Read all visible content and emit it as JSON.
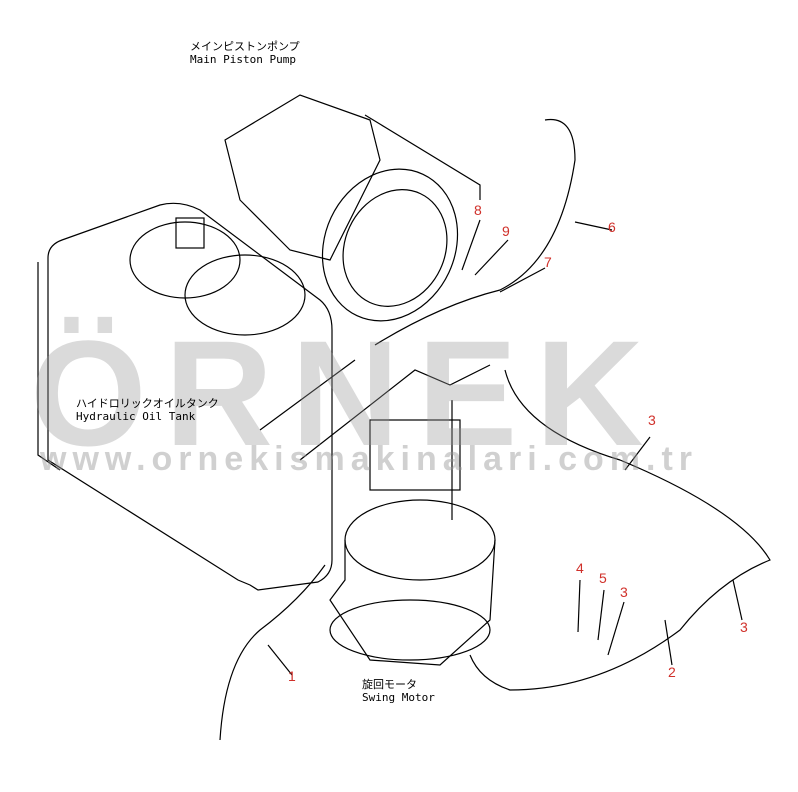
{
  "diagram": {
    "parts": [
      {
        "name_jp": "メインピストンポンプ",
        "name_en": "Main Piston Pump"
      },
      {
        "name_jp": "ハイドロリックオイルタンク",
        "name_en": "Hydraulic Oil Tank"
      },
      {
        "name_jp": "旋回モータ",
        "name_en": "Swing Motor"
      }
    ],
    "callouts": [
      "8",
      "9",
      "6",
      "7",
      "3",
      "4",
      "5",
      "3",
      "3",
      "2",
      "1"
    ],
    "callout_color": "#d0302a"
  },
  "watermark": {
    "logo": "ÖRNEK",
    "url": "www.ornekismakinalari.com.tr"
  }
}
